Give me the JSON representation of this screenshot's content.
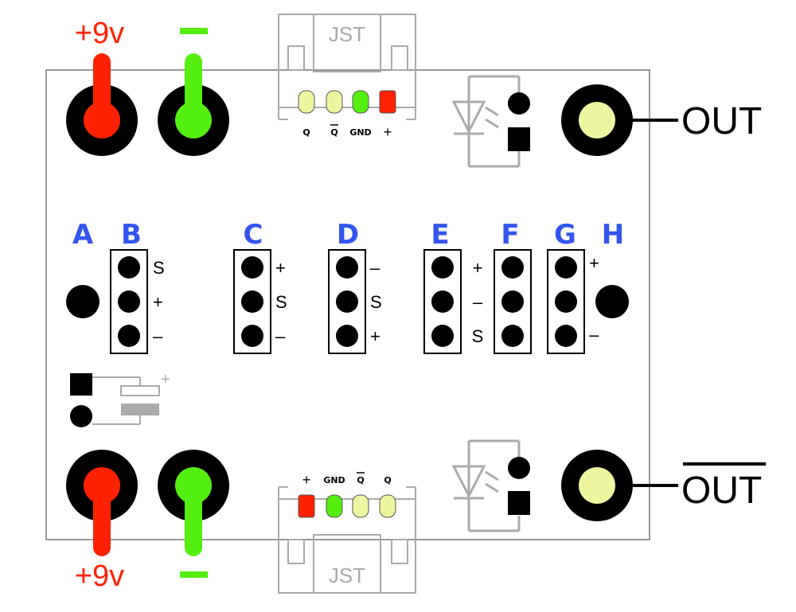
{
  "power": {
    "top_plus_label": "+9v",
    "top_minus_label": "–",
    "bottom_plus_label": "+9v",
    "bottom_minus_label": "–",
    "plus_color": "#ff2200",
    "minus_color": "#55ee11"
  },
  "jst_top": {
    "label": "JST",
    "pins": [
      {
        "label": "Q",
        "color": "#eef5a0"
      },
      {
        "label": "Q",
        "overline": true,
        "color": "#eef5a0"
      },
      {
        "label": "GND",
        "color": "#55ee11"
      },
      {
        "label": "+",
        "color": "#ff2200"
      }
    ]
  },
  "jst_bottom": {
    "label": "JST",
    "pins": [
      {
        "label": "+",
        "color": "#ff2200"
      },
      {
        "label": "GND",
        "color": "#55ee11"
      },
      {
        "label": "Q",
        "overline": true,
        "color": "#eef5a0"
      },
      {
        "label": "Q",
        "color": "#eef5a0"
      }
    ]
  },
  "outputs": {
    "top_label": "OUT",
    "bottom_label": "OUT",
    "jack_color": "#eef5a0"
  },
  "headers": {
    "label_color": "#3355ee",
    "a": {
      "letter": "A"
    },
    "b": {
      "letter": "B",
      "pins": [
        "S",
        "+",
        "–"
      ]
    },
    "c": {
      "letter": "C",
      "pins": [
        "+",
        "S",
        "–"
      ]
    },
    "d": {
      "letter": "D",
      "pins": [
        "–",
        "S",
        "+"
      ]
    },
    "e": {
      "letter": "E",
      "pins": [
        "+",
        "–",
        "S"
      ]
    },
    "f": {
      "letter": "F"
    },
    "g": {
      "letter": "G",
      "pins": [
        "+",
        "",
        "–"
      ]
    },
    "h": {
      "letter": "H"
    }
  },
  "capacitor": {
    "polarity": "+"
  }
}
